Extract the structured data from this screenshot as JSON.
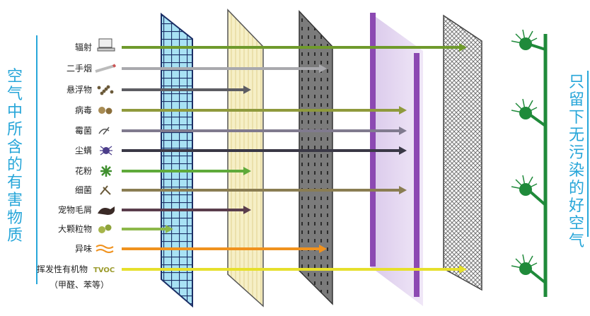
{
  "left_title": "空气中所含的有害物质",
  "right_title": "只留下无污染的好空气",
  "pollutants": [
    {
      "label": "辐射",
      "icon": "computer-icon",
      "color": "#6f9a2c",
      "stop": 5
    },
    {
      "label": "二手烟",
      "icon": "cigarette-icon",
      "color": "#a9a9ad",
      "stop": 3
    },
    {
      "label": "悬浮物",
      "icon": "particles-icon",
      "color": "#5d5d63",
      "stop": 2
    },
    {
      "label": "病毒",
      "icon": "virus-icon",
      "color": "#8f9a3c",
      "stop": 4
    },
    {
      "label": "霉菌",
      "icon": "mold-icon",
      "color": "#807a8e",
      "stop": 4
    },
    {
      "label": "尘螨",
      "icon": "dust-mite-icon",
      "color": "#3a3846",
      "stop": 4
    },
    {
      "label": "花粉",
      "icon": "pollen-icon",
      "color": "#5faa3a",
      "stop": 2
    },
    {
      "label": "细菌",
      "icon": "bacteria-icon",
      "color": "#8a7d52",
      "stop": 4
    },
    {
      "label": "宠物毛屑",
      "icon": "pet-dander-icon",
      "color": "#5a3d4c",
      "stop": 2
    },
    {
      "label": "大颗粒物",
      "icon": "large-particles-icon",
      "color": "#8db84a",
      "stop": 1
    },
    {
      "label": "异味",
      "icon": "odor-icon",
      "color": "#f0921e",
      "stop": 3
    },
    {
      "label": "挥发性有机物",
      "icon_text": "TVOC",
      "color": "#e6e02c",
      "stop": 5
    }
  ],
  "extra_label": "（甲醛、苯等）",
  "colors": {
    "title": "#27a6d9",
    "plant": "#1f8a3a",
    "mesh": "#a8e2f4",
    "carbon": "#777777",
    "purple": "#8c49b2"
  }
}
